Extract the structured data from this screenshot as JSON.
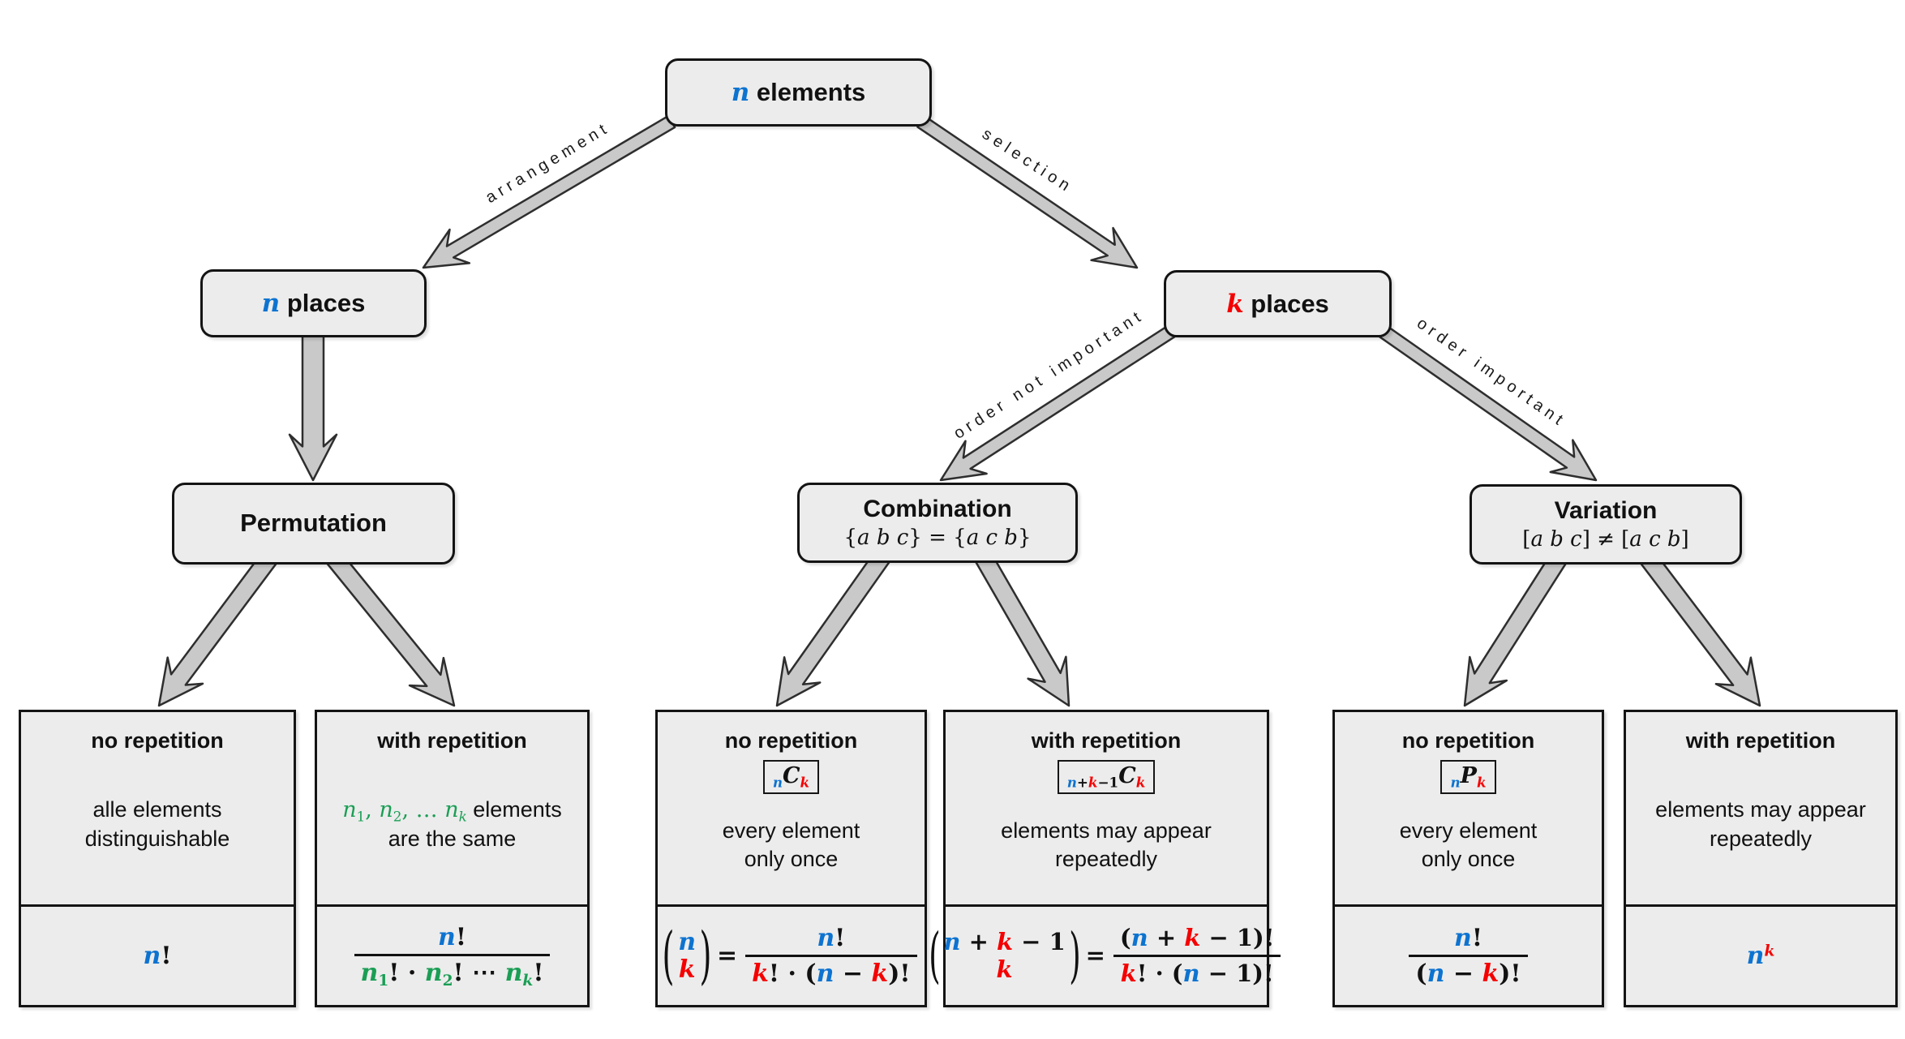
{
  "colors": {
    "blue": "#0d73d0",
    "red": "#f50000",
    "green": "#1b9e55",
    "fill": "#ececec",
    "border": "#141414",
    "arrow": "#c9c9c9"
  },
  "edges": {
    "arrangement": "arrangement",
    "selection": "selection",
    "order_not_important": "order not important",
    "order_important": "order important"
  },
  "nodes": {
    "root": {
      "content": [
        {
          "tok": [
            [
              "n",
              "b",
              "i"
            ]
          ]
        },
        {
          "text": " elements"
        }
      ]
    },
    "n_places": {
      "content": [
        {
          "tok": [
            [
              "n",
              "b",
              "i"
            ]
          ]
        },
        {
          "text": " places"
        }
      ]
    },
    "k_places": {
      "content": [
        {
          "tok": [
            [
              "k",
              "r",
              "i"
            ]
          ]
        },
        {
          "text": " places"
        }
      ]
    },
    "permutation": {
      "title": "Permutation"
    },
    "combination": {
      "title": "Combination",
      "subtitle": [
        {
          "tok": [
            [
              "{",
              "k",
              "l"
            ],
            [
              "a b c",
              "k",
              "l,i"
            ],
            [
              "} = {",
              "k",
              "l"
            ],
            [
              "a c b",
              "k",
              "l,i"
            ],
            [
              "}",
              "k",
              "l"
            ]
          ]
        }
      ]
    },
    "variation": {
      "title": "Variation",
      "subtitle": [
        {
          "tok": [
            [
              "[",
              "k",
              "l"
            ],
            [
              "a b c",
              "k",
              "l,i"
            ],
            [
              "] ≠ [",
              "k",
              "l"
            ],
            [
              "a c b",
              "k",
              "l,i"
            ],
            [
              "]",
              "k",
              "l"
            ]
          ]
        }
      ]
    }
  },
  "leaves": [
    {
      "title": "no repetition",
      "desc": [
        [
          {
            "text": "alle elements"
          }
        ],
        [
          {
            "text": "distinguishable"
          }
        ]
      ],
      "formula": [
        {
          "tok": [
            [
              "n",
              "b",
              "i"
            ],
            [
              "!",
              "k"
            ]
          ]
        }
      ]
    },
    {
      "title": "with repetition",
      "desc": [
        [
          {
            "tok": [
              [
                "n",
                "g",
                "l,i"
              ],
              [
                "1",
                "g",
                "l,sub"
              ],
              [
                ", ",
                "g",
                "l"
              ],
              [
                "n",
                "g",
                "l,i"
              ],
              [
                "2",
                "g",
                "l,sub"
              ],
              [
                ", … ",
                "g",
                "l"
              ],
              [
                "n",
                "g",
                "l,i"
              ],
              [
                "k",
                "g",
                "l,i,sub"
              ]
            ]
          },
          {
            "text": " elements"
          }
        ],
        [
          {
            "text": "are the same"
          }
        ]
      ],
      "formula": [
        {
          "frac": {
            "num": [
              [
                "n",
                "b",
                "i"
              ],
              [
                "!",
                "k"
              ]
            ],
            "den": [
              [
                "n",
                "g",
                "i"
              ],
              [
                "1",
                "g",
                "sub"
              ],
              [
                "! · ",
                "k"
              ],
              [
                "n",
                "g",
                "i"
              ],
              [
                "2",
                "g",
                "sub"
              ],
              [
                "! ⋯ ",
                "k"
              ],
              [
                "n",
                "g",
                "i"
              ],
              [
                "k",
                "g",
                "i,sub"
              ],
              [
                "!",
                "k"
              ]
            ]
          }
        }
      ]
    },
    {
      "title": "no repetition",
      "symbol": [
        {
          "tok": [
            [
              "n",
              "b",
              "i,sub"
            ],
            [
              "C",
              "k",
              "i"
            ],
            [
              "k",
              "r",
              "i,sub"
            ]
          ]
        }
      ],
      "desc": [
        [
          {
            "text": "every element"
          }
        ],
        [
          {
            "text": "only once"
          }
        ]
      ],
      "formula": [
        {
          "binom": {
            "top": [
              [
                "n",
                "b",
                "i"
              ]
            ],
            "bot": [
              [
                "k",
                "r",
                "i"
              ]
            ]
          }
        },
        {
          "tok": [
            [
              "=",
              "k"
            ]
          ]
        },
        {
          "frac": {
            "num": [
              [
                "n",
                "b",
                "i"
              ],
              [
                "!",
                "k"
              ]
            ],
            "den": [
              [
                "k",
                "r",
                "i"
              ],
              [
                "! · (",
                "k"
              ],
              [
                "n",
                "b",
                "i"
              ],
              [
                " − ",
                "k"
              ],
              [
                "k",
                "r",
                "i"
              ],
              [
                ")!",
                "k"
              ]
            ]
          }
        }
      ]
    },
    {
      "title": "with repetition",
      "symbol": [
        {
          "tok": [
            [
              "n",
              "b",
              "i,sub"
            ],
            [
              "+",
              "k",
              "sub"
            ],
            [
              "k",
              "r",
              "i,sub"
            ],
            [
              "−1",
              "k",
              "sub"
            ],
            [
              "C",
              "k",
              "i"
            ],
            [
              "k",
              "r",
              "i,sub"
            ]
          ]
        }
      ],
      "desc": [
        [
          {
            "text": "elements may appear"
          }
        ],
        [
          {
            "text": "repeatedly"
          }
        ]
      ],
      "formula": [
        {
          "binom": {
            "top": [
              [
                "n",
                "b",
                "i"
              ],
              [
                " + ",
                "k"
              ],
              [
                "k",
                "r",
                "i"
              ],
              [
                " − 1",
                "k"
              ]
            ],
            "bot": [
              [
                "k",
                "r",
                "i"
              ]
            ]
          }
        },
        {
          "tok": [
            [
              "=",
              "k"
            ]
          ]
        },
        {
          "frac": {
            "num": [
              [
                "(",
                "k"
              ],
              [
                "n",
                "b",
                "i"
              ],
              [
                " + ",
                "k"
              ],
              [
                "k",
                "r",
                "i"
              ],
              [
                " − 1)!",
                "k"
              ]
            ],
            "den": [
              [
                "k",
                "r",
                "i"
              ],
              [
                "! · (",
                "k"
              ],
              [
                "n",
                "b",
                "i"
              ],
              [
                " − 1)!",
                "k"
              ]
            ]
          }
        }
      ]
    },
    {
      "title": "no repetition",
      "symbol": [
        {
          "tok": [
            [
              "n",
              "b",
              "i,sub"
            ],
            [
              "P",
              "k",
              "i"
            ],
            [
              "k",
              "r",
              "i,sub"
            ]
          ]
        }
      ],
      "desc": [
        [
          {
            "text": "every element"
          }
        ],
        [
          {
            "text": "only once"
          }
        ]
      ],
      "formula": [
        {
          "frac": {
            "num": [
              [
                "n",
                "b",
                "i"
              ],
              [
                "!",
                "k"
              ]
            ],
            "den": [
              [
                "(",
                "k"
              ],
              [
                "n",
                "b",
                "i"
              ],
              [
                " − ",
                "k"
              ],
              [
                "k",
                "r",
                "i"
              ],
              [
                ")!",
                "k"
              ]
            ]
          }
        }
      ]
    },
    {
      "title": "with repetition",
      "desc": [
        [
          {
            "text": "elements may appear"
          }
        ],
        [
          {
            "text": "repeatedly"
          }
        ]
      ],
      "formula": [
        {
          "tok": [
            [
              "n",
              "b",
              "i"
            ],
            [
              "k",
              "r",
              "i,sup"
            ]
          ]
        }
      ]
    }
  ]
}
